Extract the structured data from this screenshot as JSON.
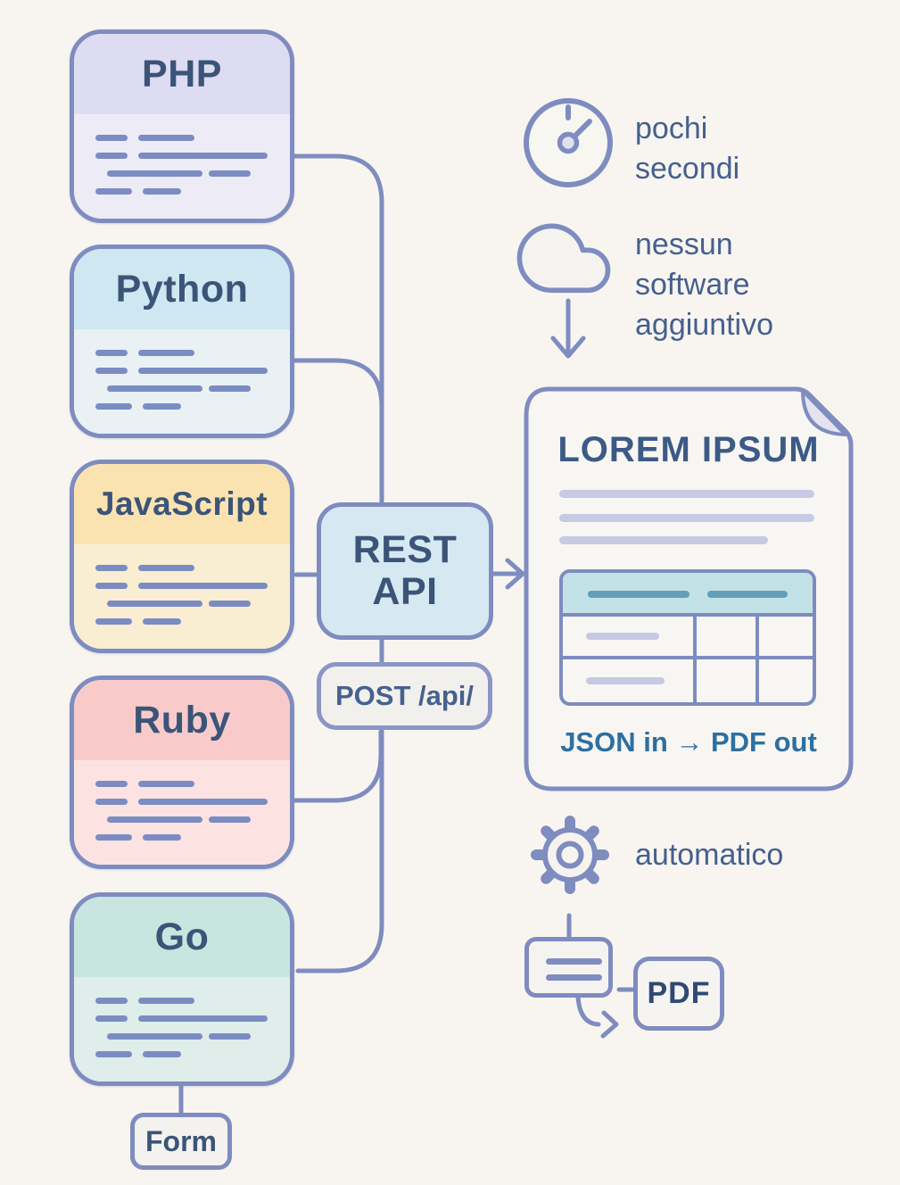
{
  "palette": {
    "background": "#f8f5f0",
    "line": "#7e8cc0",
    "title_text": "#3b5478",
    "label_text": "#44608f",
    "caption_text": "#2e6fa0",
    "table_header_bg": "#c3e2e7"
  },
  "languages": [
    {
      "id": "php",
      "label": "PHP",
      "header_bg": "#dedcf2",
      "body_bg": "#edecf6"
    },
    {
      "id": "python",
      "label": "Python",
      "header_bg": "#cfe7f0",
      "body_bg": "#e9f1f5"
    },
    {
      "id": "javascript",
      "label": "JavaScript",
      "header_bg": "#fbe3b1",
      "body_bg": "#f9edd2"
    },
    {
      "id": "ruby",
      "label": "Ruby",
      "header_bg": "#f8cbca",
      "body_bg": "#fce3e1"
    },
    {
      "id": "go",
      "label": "Go",
      "header_bg": "#c9e5e0",
      "body_bg": "#dfeeea"
    }
  ],
  "api": {
    "title": "REST API",
    "endpoint": "POST /api/",
    "fill": "#d6e9f2"
  },
  "form": {
    "label": "Form"
  },
  "features": [
    {
      "icon": "clock-icon",
      "label": "pochi secondi"
    },
    {
      "icon": "cloud-icon",
      "label": "nessun software aggiuntivo"
    },
    {
      "icon": "gear-icon",
      "label": "automatico"
    }
  ],
  "document": {
    "title": "LOREM IPSUM",
    "caption": "JSON in → PDF out"
  },
  "output": {
    "label": "PDF"
  }
}
